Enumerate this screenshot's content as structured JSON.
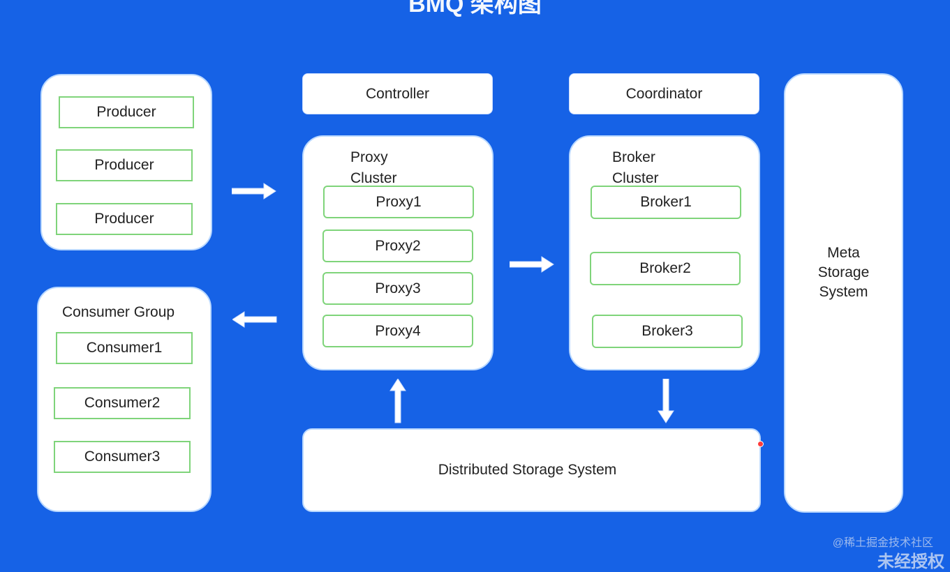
{
  "title": "BMQ 架构图",
  "producers": {
    "items": [
      "Producer",
      "Producer",
      "Producer"
    ]
  },
  "consumers": {
    "title": "Consumer Group",
    "items": [
      "Consumer1",
      "Consumer2",
      "Consumer3"
    ]
  },
  "controller": "Controller",
  "coordinator": "Coordinator",
  "proxy_cluster": {
    "title_line1": "Proxy",
    "title_line2": "Cluster",
    "items": [
      "Proxy1",
      "Proxy2",
      "Proxy3",
      "Proxy4"
    ]
  },
  "broker_cluster": {
    "title_line1": "Broker",
    "title_line2": "Cluster",
    "items": [
      "Broker1",
      "Broker2",
      "Broker3"
    ]
  },
  "meta_storage": {
    "line1": "Meta",
    "line2": "Storage",
    "line3": "System"
  },
  "distributed_storage": "Distributed Storage System",
  "watermark": "@稀土掘金技术社区",
  "watermark2": "未经授权",
  "colors": {
    "background": "#1662e6",
    "box_border": "#7fd47a",
    "panel": "#ffffff"
  }
}
